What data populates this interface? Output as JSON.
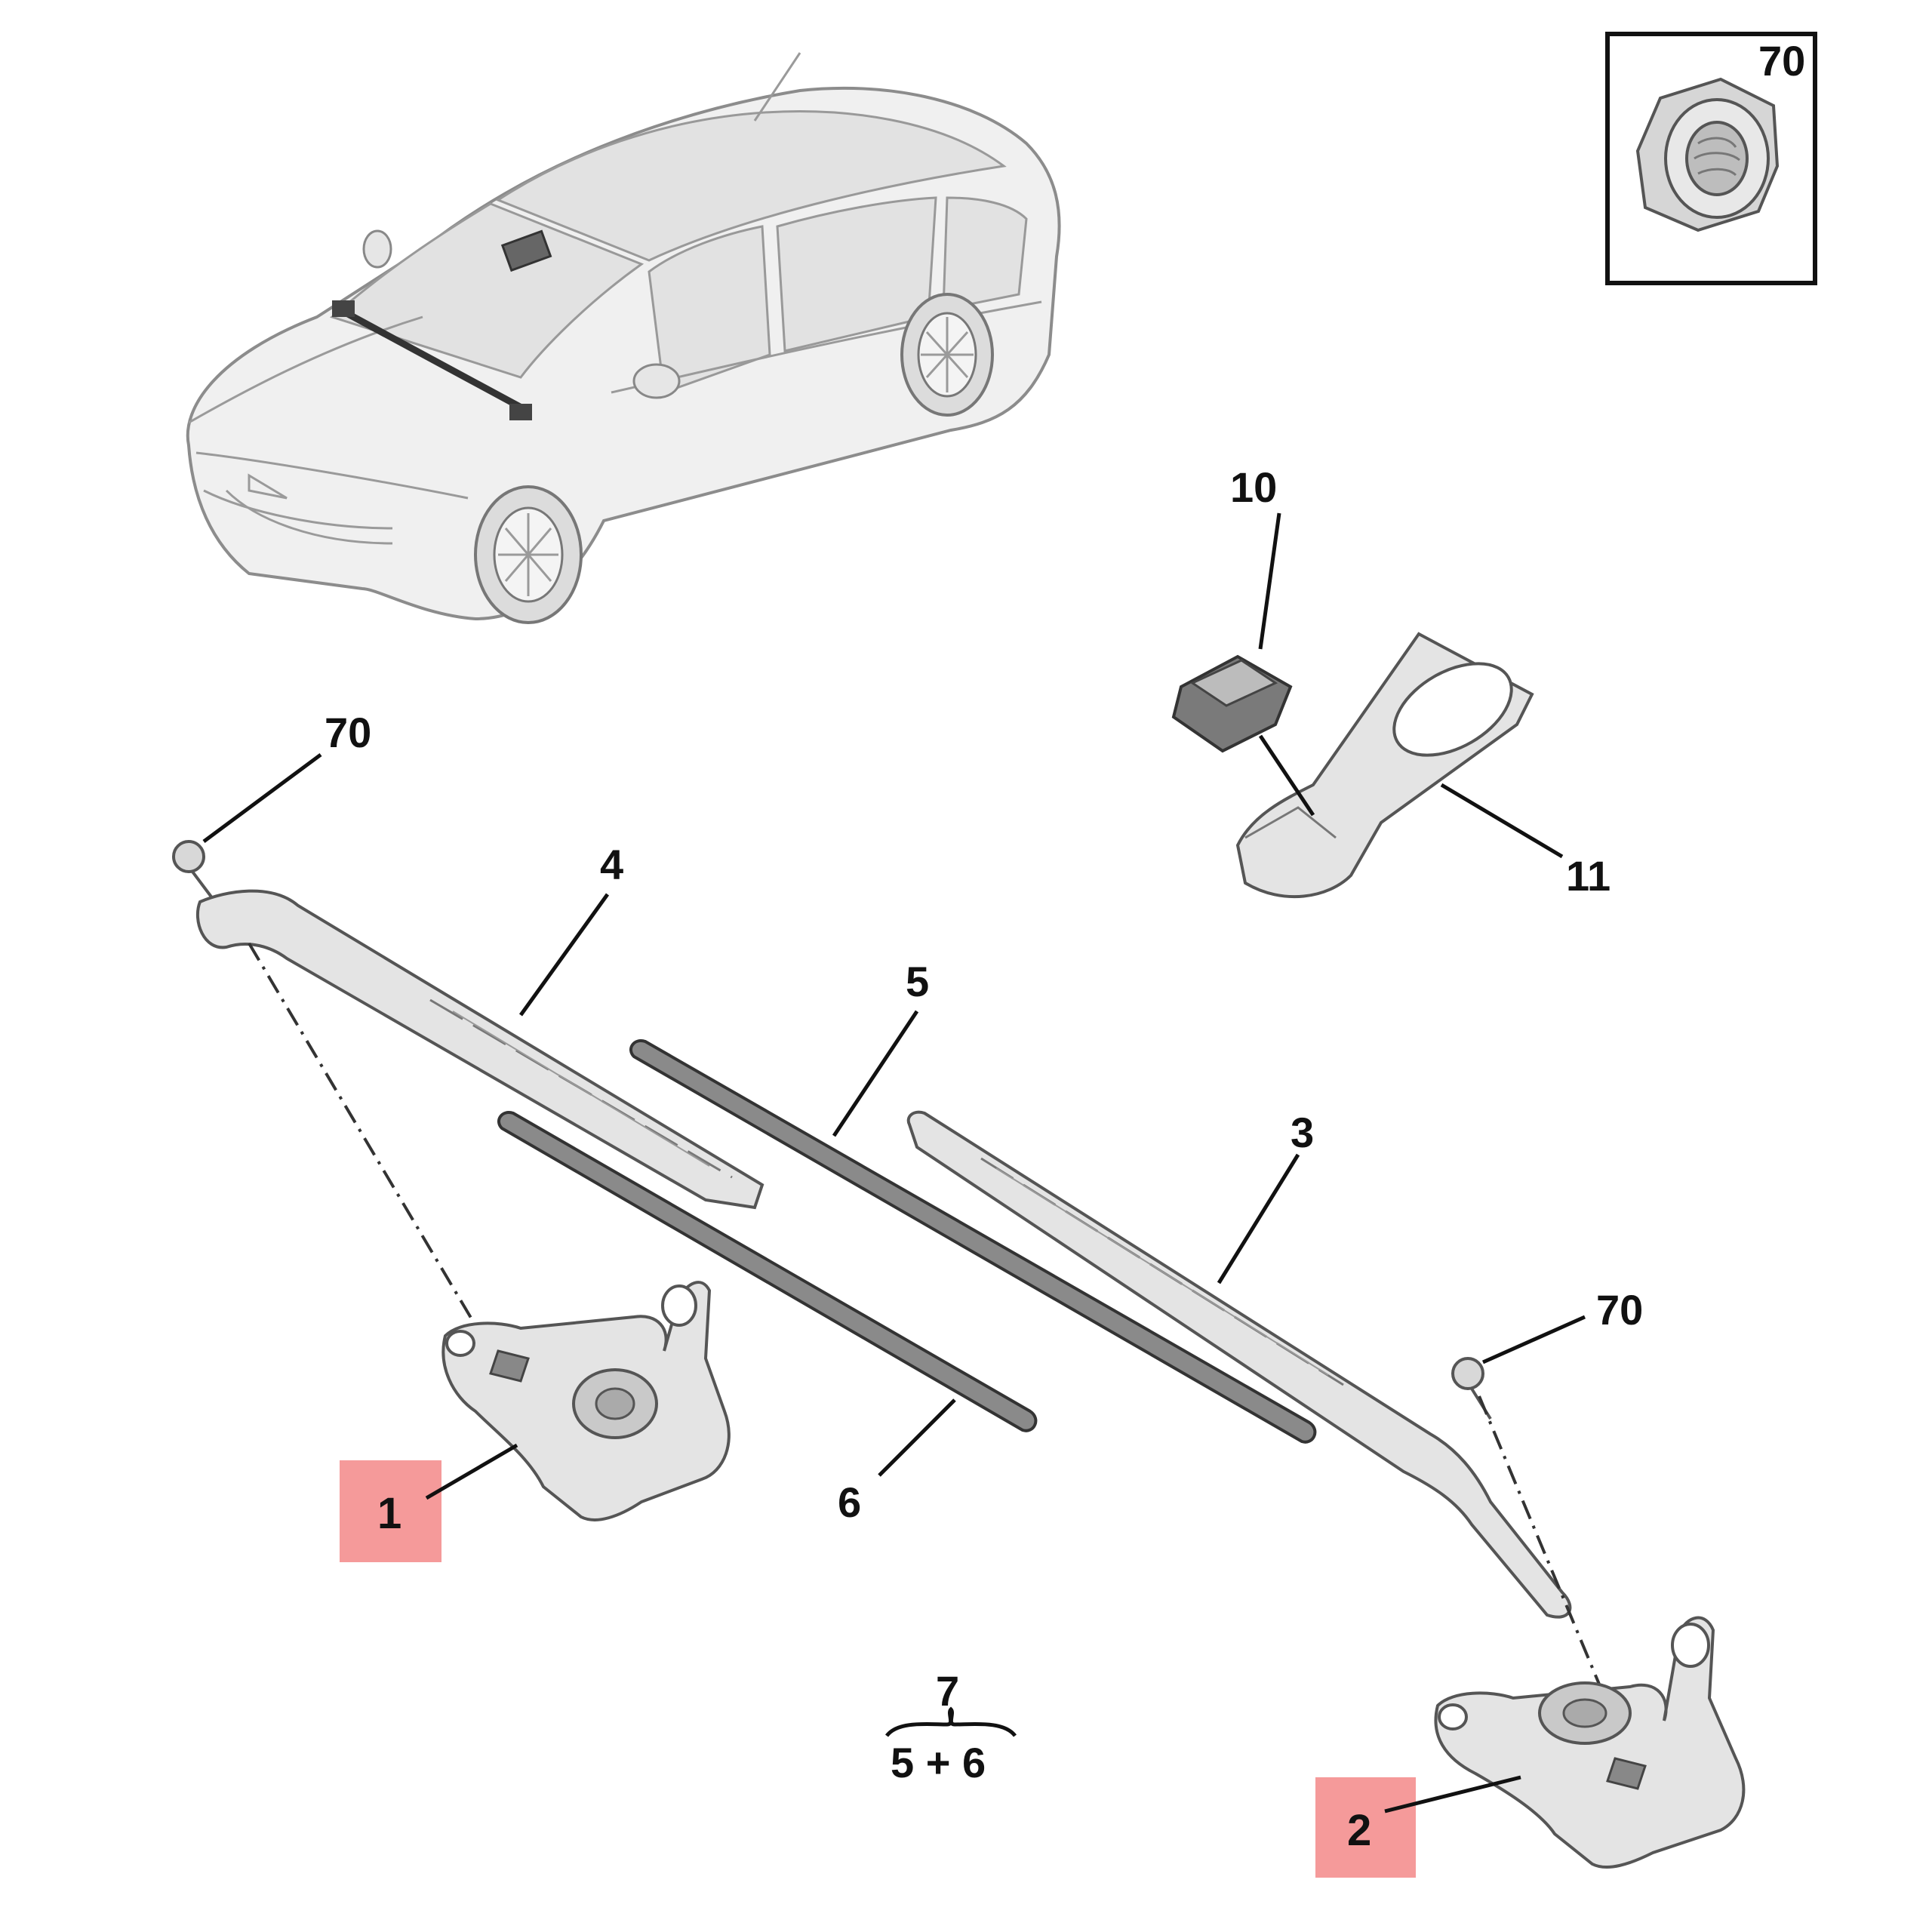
{
  "callouts": {
    "c70_box": "70",
    "c10": "10",
    "c11": "11",
    "c70_left": "70",
    "c4": "4",
    "c5": "5",
    "c3": "3",
    "c70_right": "70",
    "c1": "1",
    "c6": "6",
    "c2": "2",
    "c7": "7",
    "c7_formula": "5 + 6"
  },
  "colors": {
    "highlight": "#f59a9a",
    "ink": "#111111",
    "part_fill": "#e4e4e4"
  },
  "icons": [
    "flange-nut-icon",
    "car-icon",
    "sensor-icon",
    "bracket-icon",
    "wiper-motor-icon"
  ]
}
